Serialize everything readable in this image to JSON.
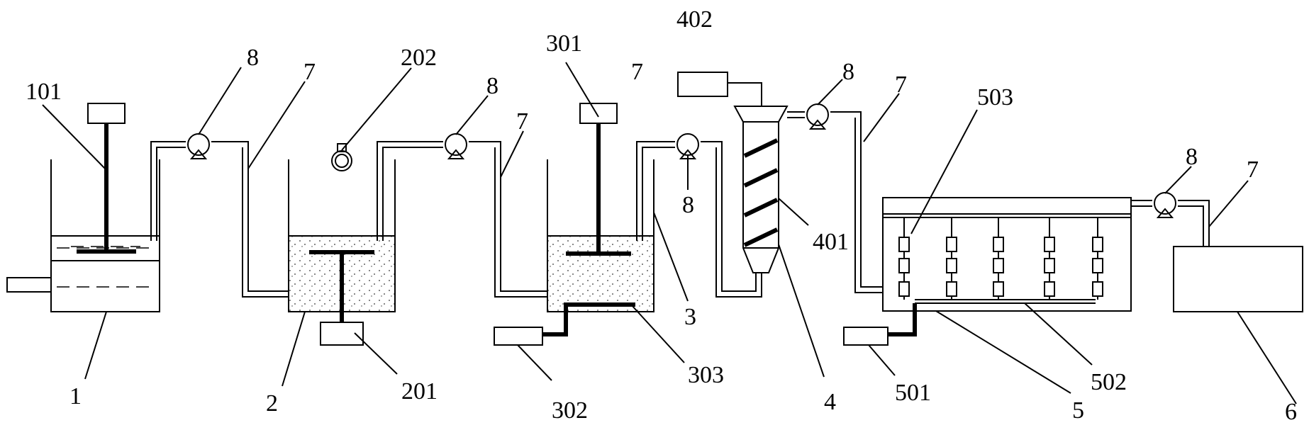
{
  "labels": {
    "l1": "1",
    "l101": "101",
    "l2": "2",
    "l201": "201",
    "l202": "202",
    "l3": "3",
    "l301": "301",
    "l302": "302",
    "l303": "303",
    "l4": "4",
    "l401": "401",
    "l402": "402",
    "l5": "5",
    "l501": "501",
    "l502": "502",
    "l503": "503",
    "l6": "6",
    "l7a": "7",
    "l7b": "7",
    "l7c": "7",
    "l7d": "7",
    "l7e": "7",
    "l8a": "8",
    "l8b": "8",
    "l8c": "8",
    "l8d": "8",
    "l8e": "8"
  }
}
